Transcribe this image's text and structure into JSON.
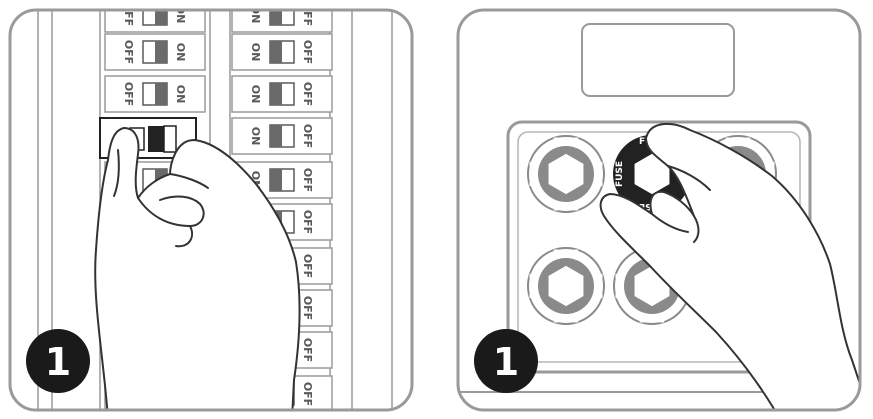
{
  "panels": [
    {
      "id": "breaker-panel",
      "step_number": "1"
    },
    {
      "id": "fuse-panel",
      "step_number": "1"
    }
  ],
  "breaker": {
    "on_label": "ON",
    "off_label": "OFF"
  },
  "fuse": {
    "label": "FUSE"
  },
  "colors": {
    "outline": "#9a9a9a",
    "dark": "#222222",
    "hand_stroke": "#333333",
    "fuse_ring": "#8a8a8a"
  }
}
